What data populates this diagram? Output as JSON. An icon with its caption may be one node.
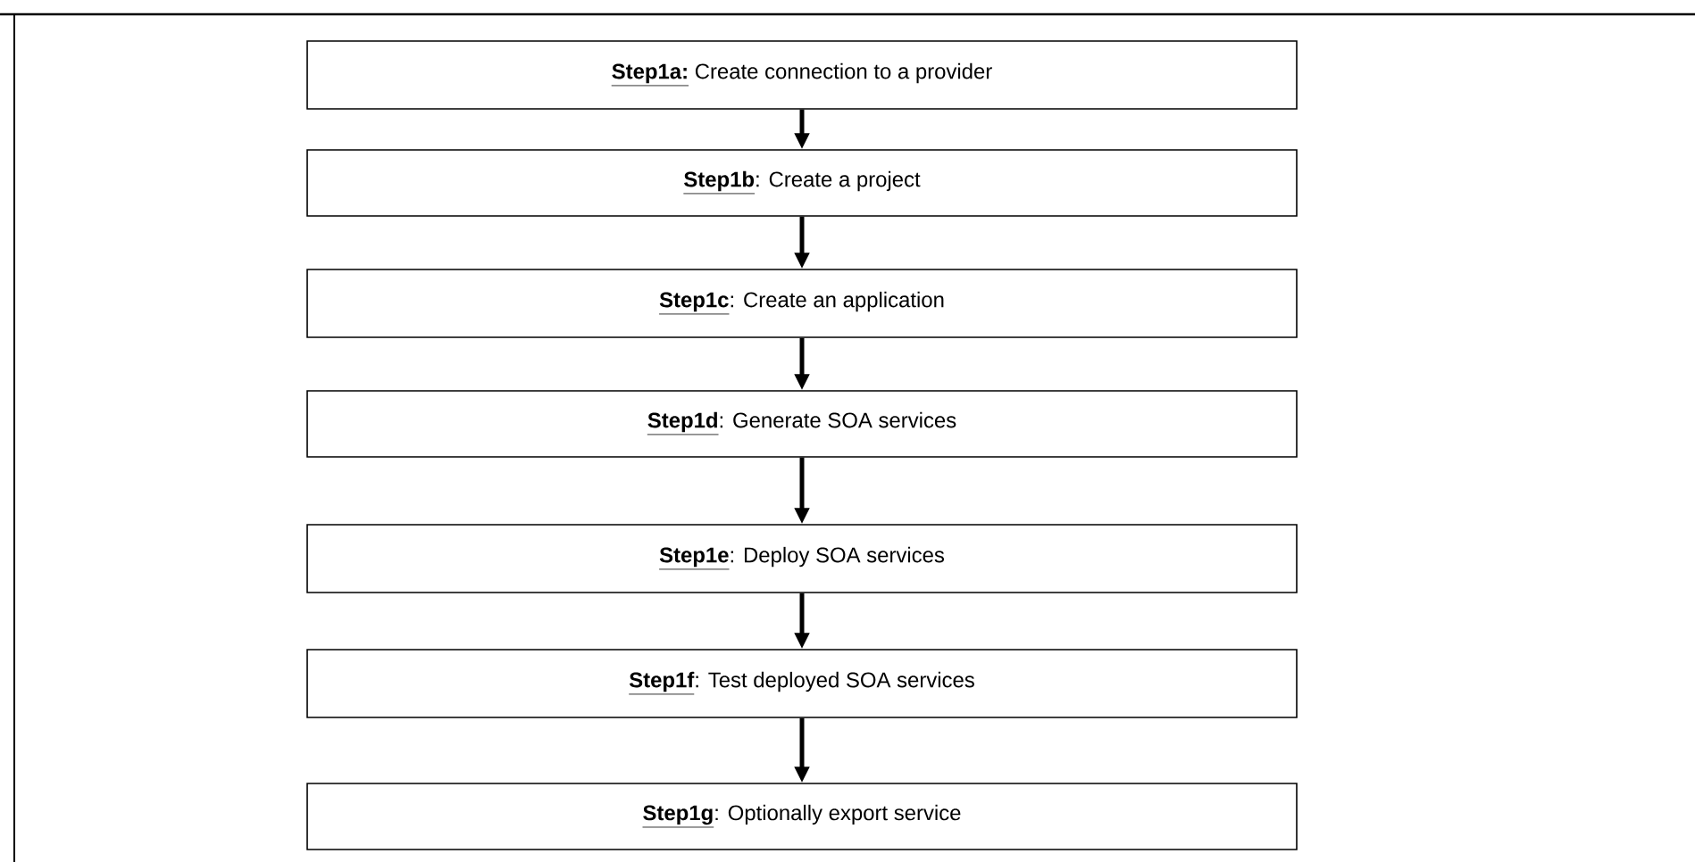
{
  "diagram": {
    "nodes": [
      {
        "text": [
          "Step1a:",
          "Create connection to a provider"
        ]
      },
      {
        "text": [
          "Step1b",
          ": Create a project"
        ]
      },
      {
        "text": [
          "Step1c",
          ": Create an application"
        ]
      },
      {
        "text": [
          "Step1d",
          ": Generate SOA services"
        ]
      },
      {
        "text": [
          "Step1e",
          ": Deploy SOA services"
        ]
      },
      {
        "text": [
          "Step1f",
          ": Test deployed SOA services"
        ]
      },
      {
        "text": [
          "Step1g",
          ": Optionally export service"
        ]
      }
    ],
    "edges": [
      {
        "from": 0,
        "to": 1,
        "arrow": "to"
      },
      {
        "from": 1,
        "to": 2,
        "arrow": "to"
      },
      {
        "from": 2,
        "to": 3,
        "arrow": "to"
      },
      {
        "from": 3,
        "to": 4,
        "arrow": "to"
      },
      {
        "from": 4,
        "to": 5,
        "arrow": "to"
      },
      {
        "from": 5,
        "to": 6,
        "arrow": "to"
      }
    ]
  }
}
